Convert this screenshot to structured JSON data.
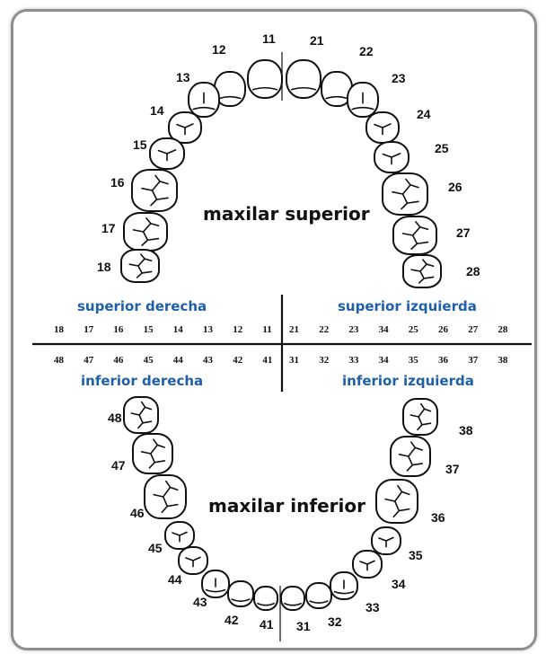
{
  "labels": {
    "upper_jaw": "maxilar superior",
    "lower_jaw": "maxilar inferior",
    "quadrants": {
      "upper_right": "superior derecha",
      "upper_left": "superior izquierda",
      "lower_right": "inferior derecha",
      "lower_left": "inferior izquierda"
    }
  },
  "colors": {
    "quadrant_label": "#1f5fa8",
    "text": "#111111",
    "frame_border": "#8f8f8f"
  },
  "upper_arch_numbers": [
    "11",
    "12",
    "13",
    "14",
    "15",
    "16",
    "17",
    "18",
    "21",
    "22",
    "23",
    "24",
    "25",
    "26",
    "27",
    "28"
  ],
  "lower_arch_numbers": [
    "31",
    "32",
    "33",
    "34",
    "35",
    "36",
    "37",
    "38",
    "41",
    "42",
    "43",
    "44",
    "45",
    "46",
    "47",
    "48"
  ],
  "rows": {
    "upper_right": [
      "18",
      "17",
      "16",
      "15",
      "14",
      "13",
      "12",
      "11"
    ],
    "upper_left": [
      "21",
      "22",
      "23",
      "34",
      "25",
      "26",
      "27",
      "28"
    ],
    "lower_right": [
      "48",
      "47",
      "46",
      "45",
      "44",
      "43",
      "42",
      "41"
    ],
    "lower_left": [
      "31",
      "32",
      "33",
      "34",
      "35",
      "36",
      "37",
      "38"
    ]
  }
}
